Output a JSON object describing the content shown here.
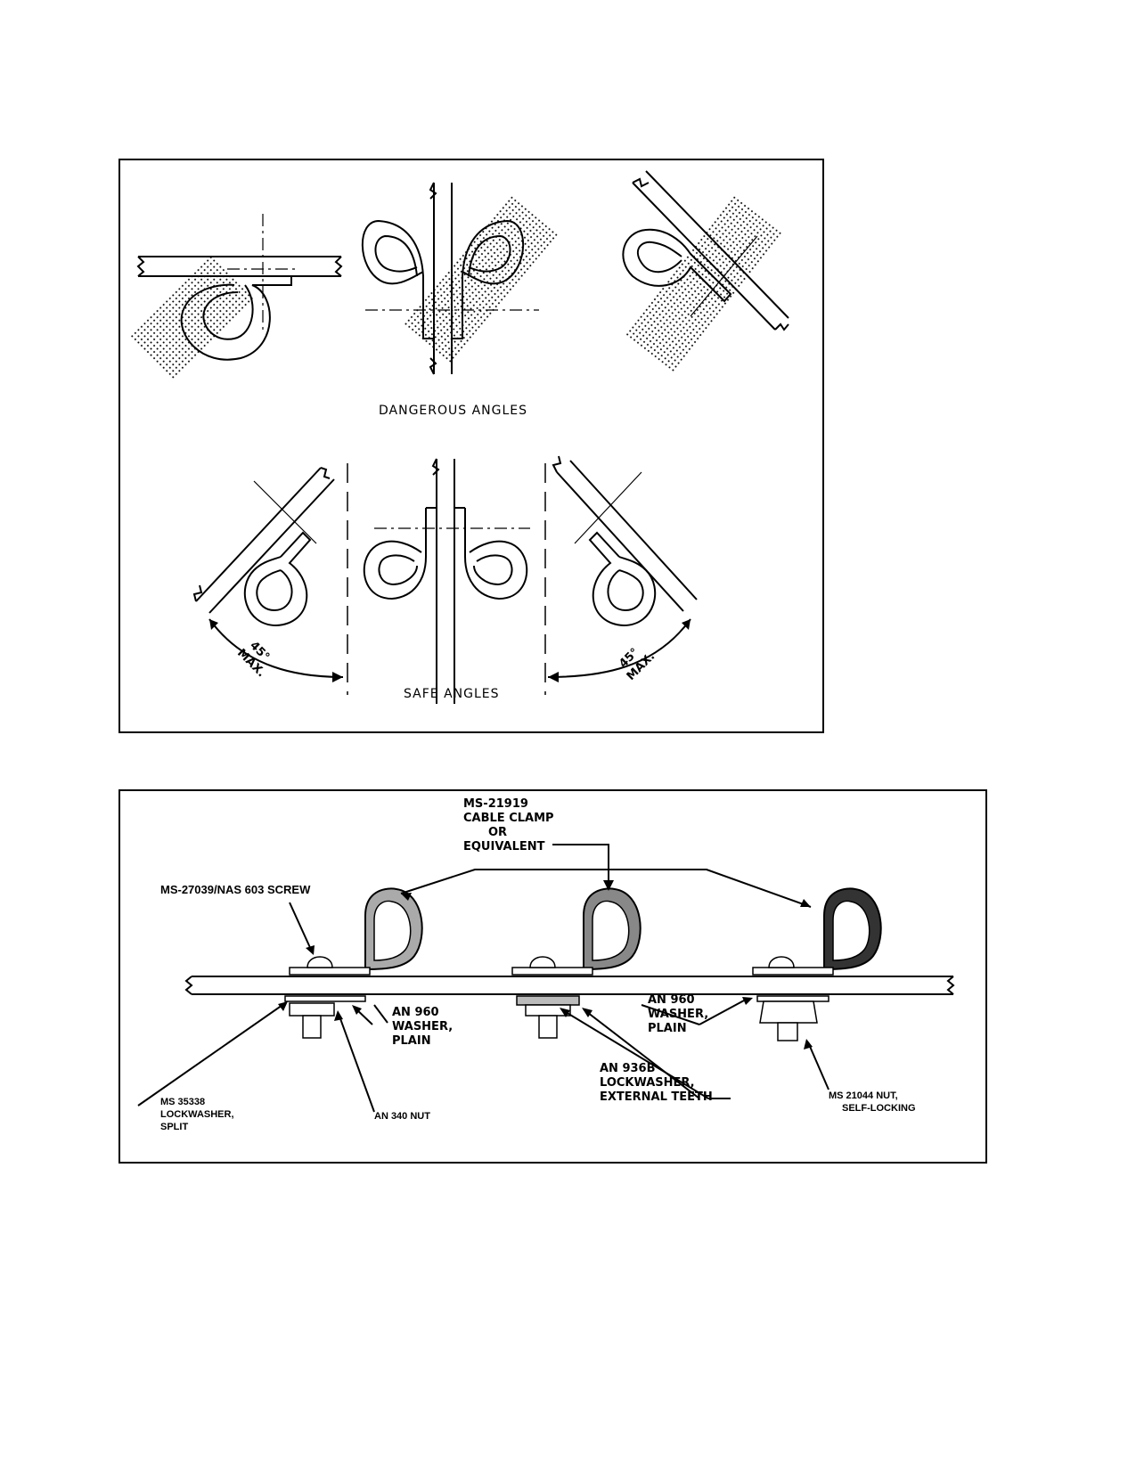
{
  "figure1": {
    "dangerous_caption": "DANGEROUS ANGLES",
    "safe_caption": "SAFE ANGLES",
    "angle_label_left_line1": "45°",
    "angle_label_left_line2": "MAX.",
    "angle_label_right_line1": "45°",
    "angle_label_right_line2": "MAX."
  },
  "figure2": {
    "clamp_label": [
      "MS-21919",
      "CABLE CLAMP",
      "OR",
      "EQUIVALENT"
    ],
    "screw_label": "MS-27039/NAS 603  SCREW",
    "washer_left": [
      "AN 960",
      "WASHER,",
      "PLAIN"
    ],
    "washer_right": [
      "AN 960",
      "WASHER,",
      "PLAIN"
    ],
    "lockwasher_ext": [
      "AN  936B",
      "LOCKWASHER,",
      "EXTERNAL  TEETH"
    ],
    "lockwasher_split": [
      "MS 35338",
      "LOCKWASHER,",
      "SPLIT"
    ],
    "nut_an340": "AN 340 NUT",
    "nut_selflock": [
      "MS 21044 NUT,",
      "SELF-LOCKING"
    ]
  }
}
